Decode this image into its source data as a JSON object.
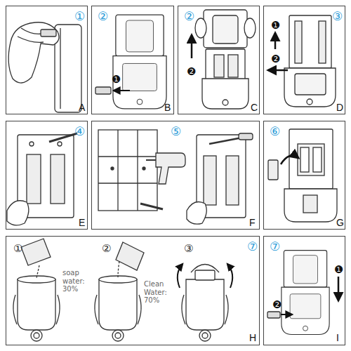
{
  "diagram": {
    "nodes": [
      {
        "text": [
          "①",
          "A"
        ]
      },
      {
        "text": [
          "②",
          "❶",
          "B"
        ]
      },
      {
        "text": [
          "②",
          "❷",
          "C"
        ]
      },
      {
        "text": [
          "③",
          "❶",
          "❷",
          "D"
        ]
      },
      {
        "text": [
          "④",
          "E"
        ]
      },
      {
        "text": [
          "⑤",
          "F"
        ]
      },
      {
        "text": [
          "⑥",
          "G"
        ]
      },
      {
        "text": [
          "①",
          "②",
          "③",
          "⑦",
          "soap water: 30%",
          "Clean Water: 70%",
          "H"
        ]
      },
      {
        "text": [
          "⑦",
          "❶",
          "❷",
          "I"
        ]
      }
    ]
  }
}
